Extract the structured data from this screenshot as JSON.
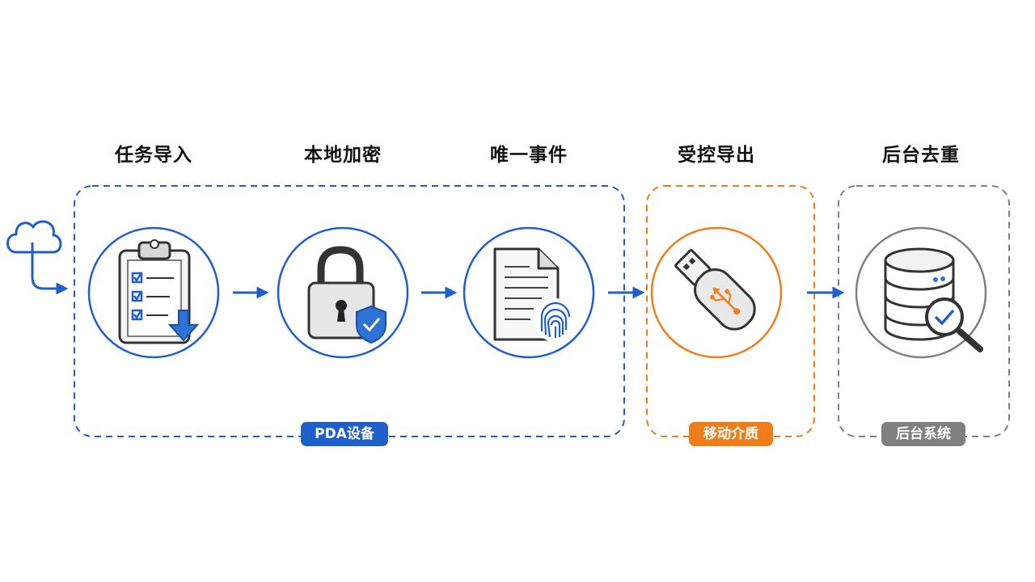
{
  "steps": [
    {
      "title": "任务导入"
    },
    {
      "title": "本地加密"
    },
    {
      "title": "唯一事件"
    },
    {
      "title": "受控导出"
    },
    {
      "title": "后台去重"
    }
  ],
  "groups": [
    {
      "label": "PDA设备",
      "color": "#1f5fcc"
    },
    {
      "label": "移动介质",
      "color": "#ef7d1a"
    },
    {
      "label": "后台系统",
      "color": "#808080"
    }
  ],
  "icons": [
    "cloud-icon",
    "clipboard-checklist-icon",
    "padlock-shield-icon",
    "document-fingerprint-icon",
    "usb-drive-icon",
    "database-search-icon"
  ]
}
